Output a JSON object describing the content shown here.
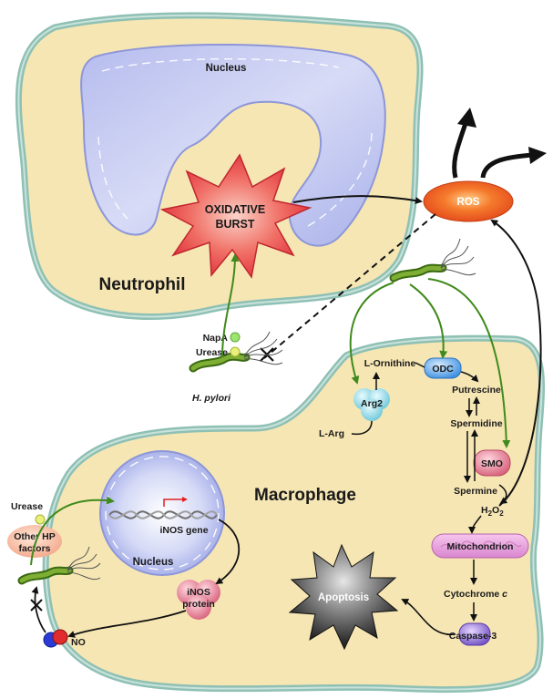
{
  "neutrophil": {
    "cell_label": "Neutrophil",
    "nucleus_label": "Nucleus",
    "burst_line1": "OXIDATIVE",
    "burst_line2": "BURST"
  },
  "ros": {
    "label": "ROS"
  },
  "bacteria": {
    "species_label": "H. pylori",
    "factor_napa": "NapA",
    "factor_urease": "Urease"
  },
  "macrophage": {
    "cell_label": "Macrophage",
    "nucleus_label": "Nucleus",
    "gene_label": "iNOS gene",
    "protein_label_line1": "iNOS",
    "protein_label_line2": "protein",
    "no_label": "NO",
    "urease_label": "Urease",
    "other_factors_line1": "Other HP",
    "other_factors_line2": "factors",
    "apoptosis_label": "Apoptosis"
  },
  "pathway": {
    "l_arg": "L-Arg",
    "arg2": "Arg2",
    "l_ornithine": "L-Ornithine",
    "odc": "ODC",
    "putrescine": "Putrescine",
    "spermidine": "Spermidine",
    "smo": "SMO",
    "spermine": "Spermine",
    "h2o2_main": "H",
    "h2o2_sub1": "2",
    "h2o2_mid": "O",
    "h2o2_sub2": "2",
    "mitochondrion": "Mitochondrion",
    "cytochrome": "Cytochrome",
    "cytochrome_c": "c",
    "caspase": "Caspase-3"
  },
  "colors": {
    "cytoplasm": "#f6e6b4",
    "membrane": "#a7cfc4",
    "nucleus": "#aeb4ec",
    "ros": "#f0642a",
    "burst": "#e8323a",
    "green_arrow": "#3f8a1c",
    "bacterium": "#5a8a1e"
  }
}
